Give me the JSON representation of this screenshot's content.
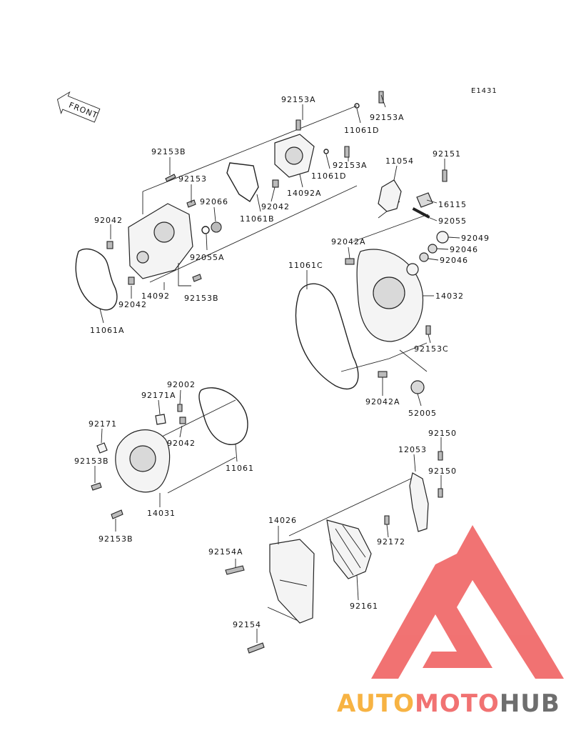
{
  "diagram_code": "E1431",
  "front_label": "FRONT",
  "labels": {
    "l92153A_top": "92153A",
    "l92153A_right": "92153A",
    "l11061D_1": "11061D",
    "l92153A_mid": "92153A",
    "l11061D_2": "11061D",
    "l14092A": "14092A",
    "l92042_a": "92042",
    "l11061B": "11061B",
    "l92153B_1": "92153B",
    "l92153": "92153",
    "l92066": "92066",
    "l92042_b": "92042",
    "l92055A": "92055A",
    "l92042_c": "92042",
    "l14092": "14092",
    "l92153B_2": "92153B",
    "l11061A": "11061A",
    "l11054": "11054",
    "l92151": "92151",
    "l16115": "16115",
    "l92055": "92055",
    "l92049": "92049",
    "l92046_1": "92046",
    "l92046_2": "92046",
    "l92042A_1": "92042A",
    "l11061C": "11061C",
    "l14032": "14032",
    "l92153C": "92153C",
    "l92042A_2": "92042A",
    "l52005": "52005",
    "l92002": "92002",
    "l92171A": "92171A",
    "l92171": "92171",
    "l92153B_3": "92153B",
    "l92042_d": "92042",
    "l11061": "11061",
    "l14031": "14031",
    "l92153B_4": "92153B",
    "l92150_1": "92150",
    "l12053": "12053",
    "l92150_2": "92150",
    "l14026": "14026",
    "l92172": "92172",
    "l92154A": "92154A",
    "l92161": "92161",
    "l92154": "92154"
  },
  "watermark": {
    "part1": "AUTO",
    "part2": "MOTO",
    "part3": "HUB"
  },
  "colors": {
    "ink": "#222222",
    "watermark_red": "#ef5a5a",
    "watermark_orange": "#f6a623",
    "watermark_dark": "#555555"
  }
}
